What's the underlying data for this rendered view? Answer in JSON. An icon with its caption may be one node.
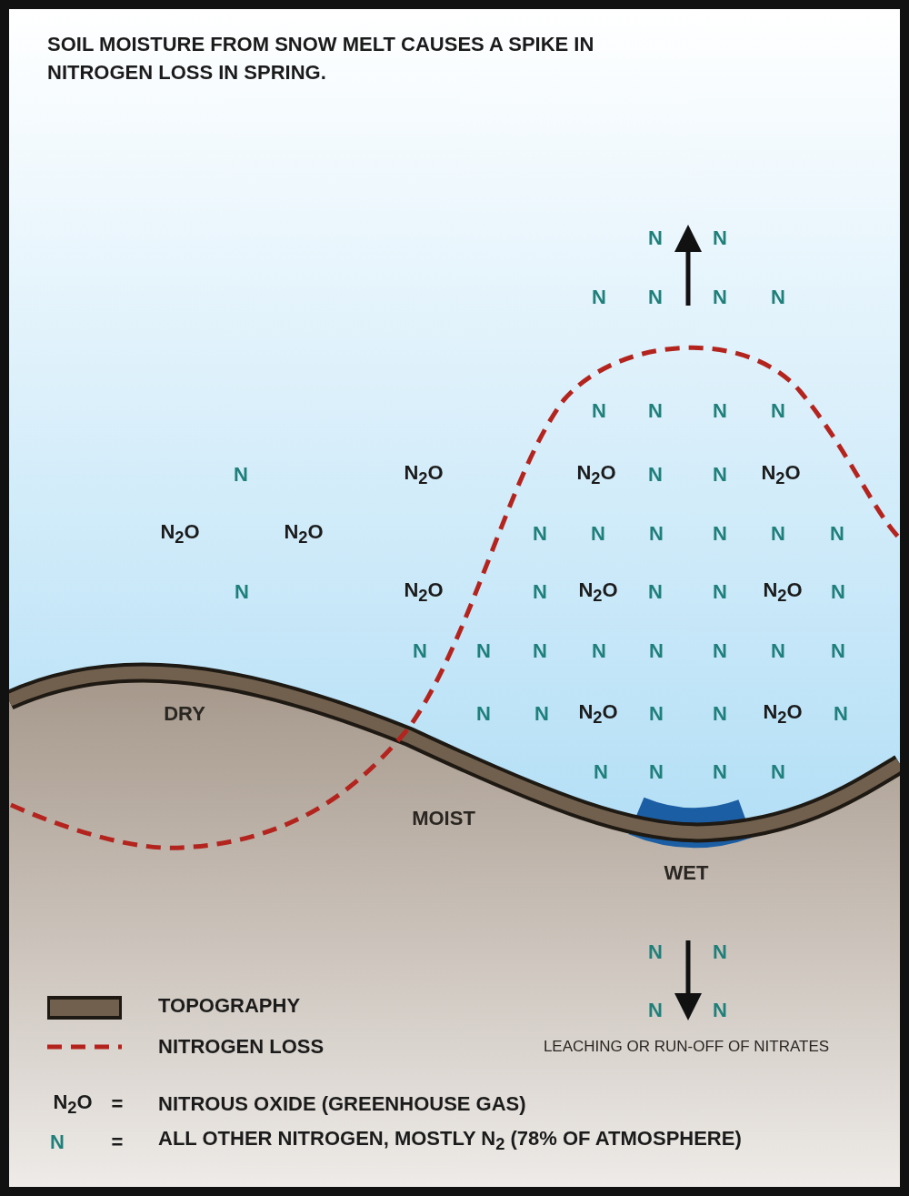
{
  "diagram": {
    "title": "SOIL MOISTURE FROM SNOW MELT CAUSES A SPIKE IN NITROGEN LOSS IN SPRING.",
    "labels": [
      "N",
      "N",
      "N",
      "N",
      "N",
      "N",
      "N",
      "N",
      "N",
      "N",
      "N",
      "N$_{2}$O",
      "N$_{2}$O",
      "N",
      "N",
      "N$_{2}$O",
      "N$_{2}$O",
      "N$_{2}$O",
      "N",
      "N",
      "N",
      "N",
      "N",
      "N",
      "N",
      "N$_{2}$O",
      "N",
      "N$_{2}$O",
      "N",
      "N",
      "N$_{2}$O",
      "N",
      "N",
      "N",
      "N",
      "N",
      "N",
      "N",
      "N",
      "N",
      "DRY",
      "N",
      "N",
      "N$_{2}$O",
      "N",
      "N",
      "N$_{2}$O",
      "N",
      "N",
      "N",
      "N",
      "N",
      "MOIST",
      "WET",
      "N",
      "N",
      "N",
      "N",
      "LEACHING OR RUN-OFF OF NITRATES",
      "N$_{2}$O",
      "=",
      "NITROUS OXIDE (GREENHOUSE GAS)",
      "N",
      "=",
      "ALL OTHER NITROGEN, MOSTLY N$_{2}$ (78% OF ATMOSPHERE)"
    ],
    "legend": [
      {
        "text": "TOPOGRAPHY"
      },
      {
        "text": "NITROGEN LOSS"
      }
    ]
  }
}
